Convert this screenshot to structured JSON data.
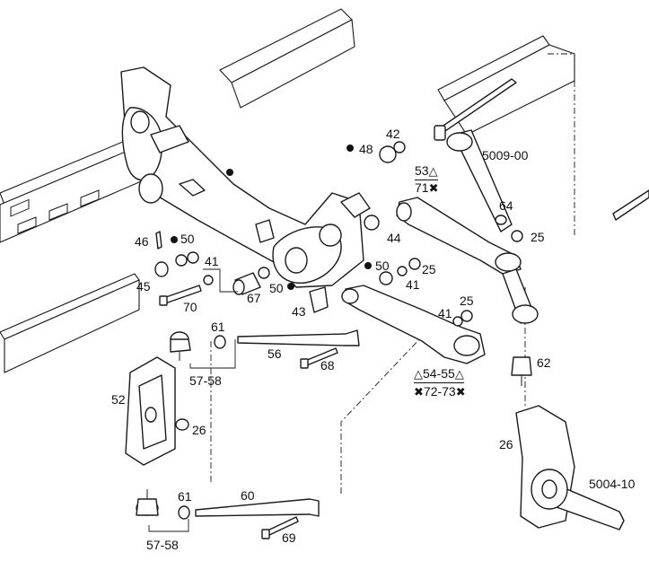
{
  "labels": {
    "p42": "42",
    "p48": "48",
    "p5009": "5009-00",
    "p53": "53",
    "p71": "71",
    "p64": "64",
    "p44": "44",
    "p25a": "25",
    "p46": "46",
    "p50a": "50",
    "p41a": "41",
    "p45": "45",
    "p70": "70",
    "p67": "67",
    "p50b": "50",
    "p43": "43",
    "p50c": "50",
    "p41b": "41",
    "p25b": "25",
    "p25c": "25",
    "p41c": "41",
    "p61a": "61",
    "p56": "56",
    "p68": "68",
    "p5758a": "57-58",
    "p62": "62",
    "p5455": "54-55",
    "p7273": "72-73",
    "p52": "52",
    "p26a": "26",
    "p26b": "26",
    "p5004": "5004-10",
    "p61b": "61",
    "p60": "60",
    "p69": "69",
    "p5758b": "57-58"
  },
  "symbols": {
    "triangle": "△",
    "cross": "✖"
  }
}
